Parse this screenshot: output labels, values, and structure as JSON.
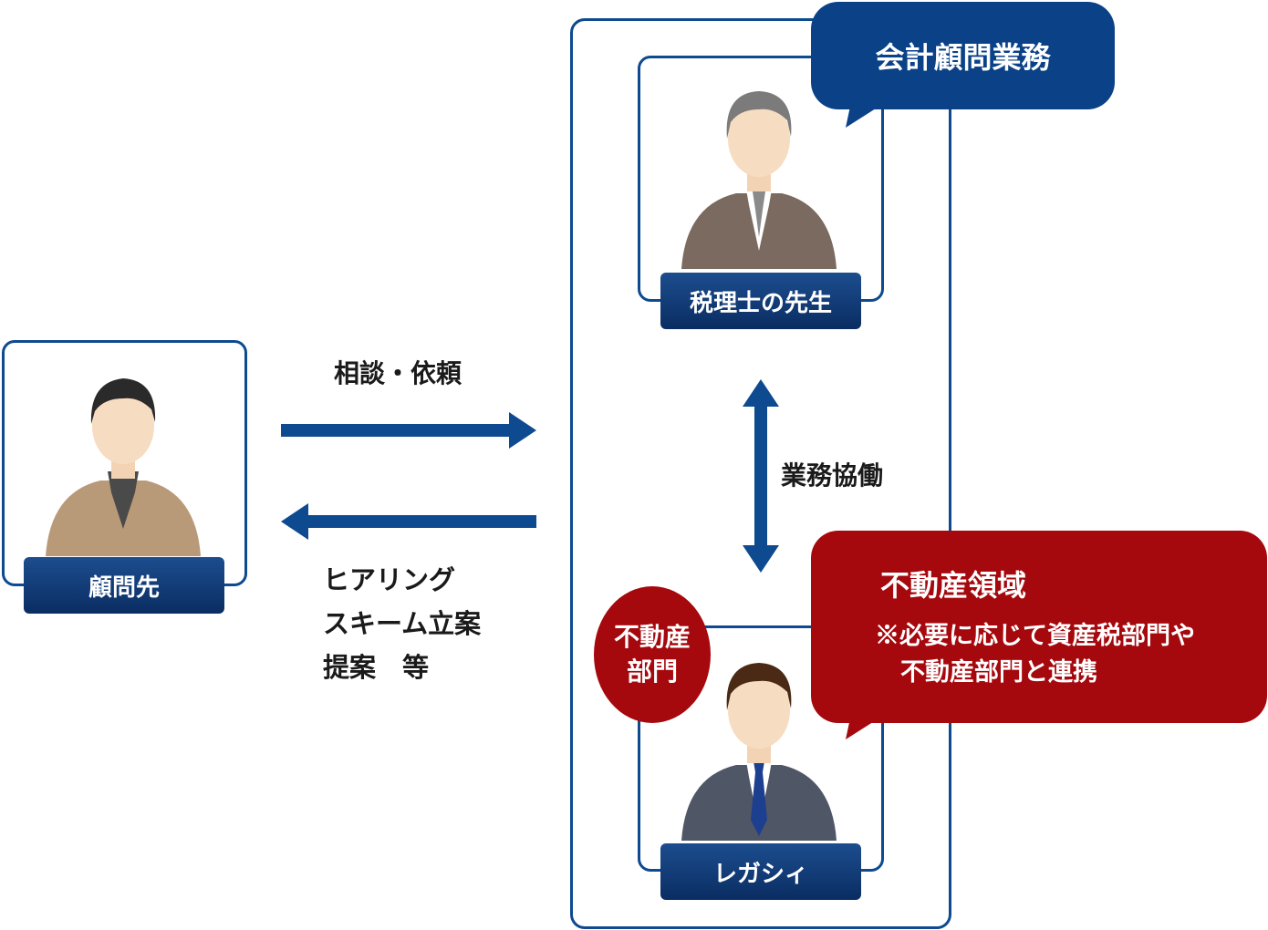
{
  "client": {
    "label": "顧問先"
  },
  "tax_accountant": {
    "label": "税理士の先生"
  },
  "legacy": {
    "label": "レガシィ"
  },
  "accounting_bubble": {
    "text": "会計顧問業務"
  },
  "realestate_bubble": {
    "title": "不動産領域",
    "note_line1": "※必要に応じて資産税部門や",
    "note_line2": "不動産部門と連携"
  },
  "realestate_dept": {
    "line1": "不動産",
    "line2": "部門"
  },
  "arrow_to_firm": {
    "label": "相談・依頼"
  },
  "arrow_to_client": {
    "lines": [
      "ヒアリング",
      "スキーム立案",
      "提案　等"
    ]
  },
  "collaboration": {
    "label": "業務協働"
  },
  "colors": {
    "navy": "#0d4a8f",
    "dark_blue": "#0a4187",
    "red": "#a5080d"
  }
}
